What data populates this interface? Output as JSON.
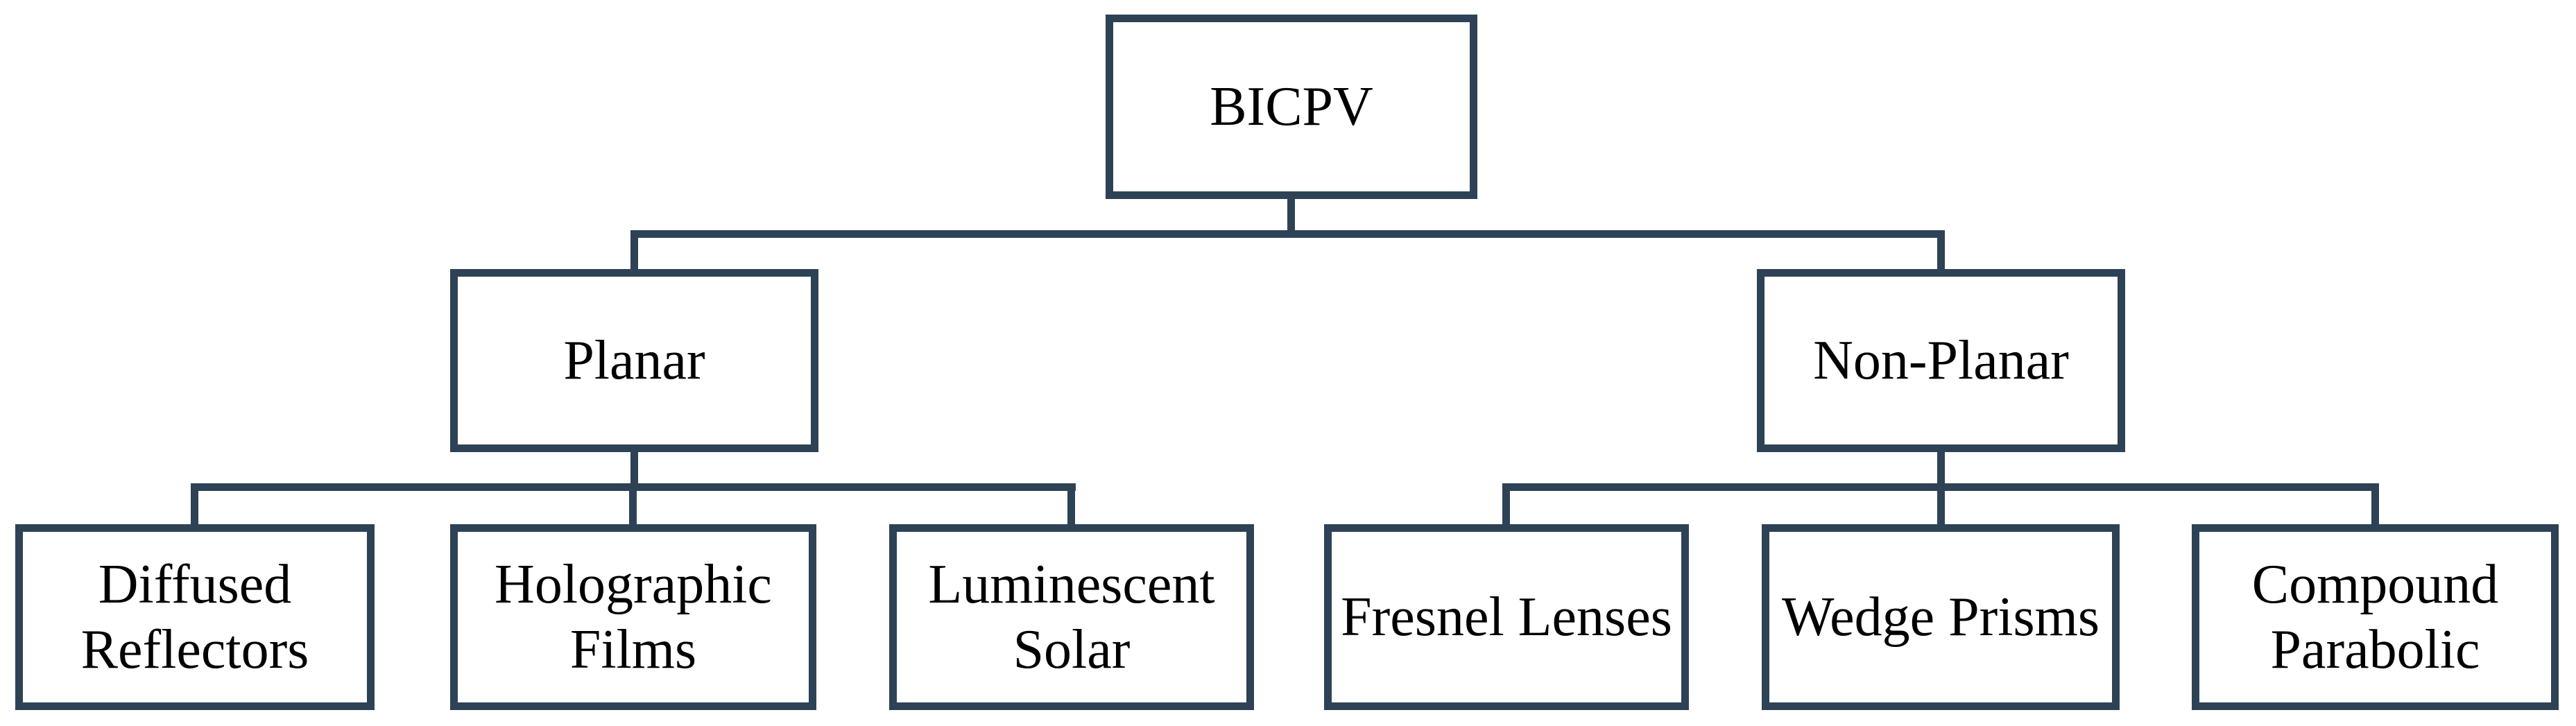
{
  "diagram": {
    "type": "hierarchy-tree",
    "colors": {
      "line": "#2E4256",
      "node_fill": "#FFFFFF",
      "text": "#000000"
    },
    "root": {
      "label": "BICPV",
      "children": [
        {
          "label": "Planar",
          "children": [
            {
              "label": "Diffused Reflectors"
            },
            {
              "label": "Holographic Films"
            },
            {
              "label": "Luminescent Solar"
            }
          ]
        },
        {
          "label": "Non-Planar",
          "children": [
            {
              "label": "Fresnel Lenses"
            },
            {
              "label": "Wedge Prisms"
            },
            {
              "label": "Compound Parabolic"
            }
          ]
        }
      ]
    }
  }
}
